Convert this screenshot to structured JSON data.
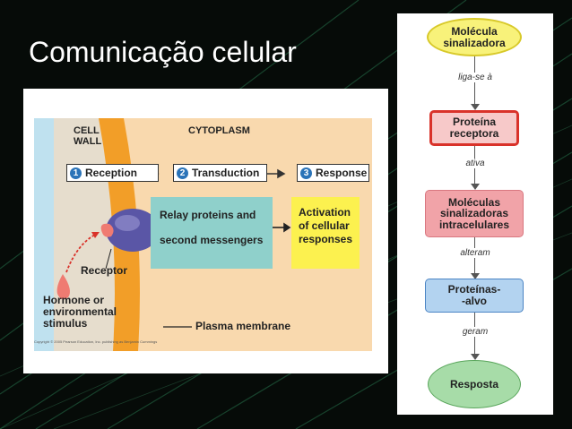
{
  "slide": {
    "title": "Comunicação celular"
  },
  "figure": {
    "cell_wall": "CELL\nWALL",
    "cytoplasm": "CYTOPLASM",
    "stages": [
      {
        "num": "1",
        "label": "Reception"
      },
      {
        "num": "2",
        "label": "Transduction"
      },
      {
        "num": "3",
        "label": "Response"
      }
    ],
    "relay_text": "Relay proteins and\nsecond messengers",
    "activation_text": "Activation\nof cellular\nresponses",
    "receptor": "Receptor",
    "hormone": "Hormone or\nenvironmental\nstimulus",
    "plasma_membrane": "Plasma membrane",
    "copyright": "Copyright © 2005 Pearson Education, Inc. publishing as Benjamin Cummings"
  },
  "flowchart": {
    "nodes": [
      {
        "text": "Molécula\nsinalizadora"
      },
      {
        "text": "Proteína\nreceptora"
      },
      {
        "text": "Moléculas\nsinalizadoras\nintracelulares"
      },
      {
        "text": "Proteínas-\n-alvo"
      },
      {
        "text": "Resposta"
      }
    ],
    "connectors": [
      "liga-se à",
      "ativa",
      "alteram",
      "geram"
    ]
  },
  "colors": {
    "node1_fill": "#f8f27a",
    "node1_border": "#d8c92a",
    "node2_fill": "#f7c9c9",
    "node2_border": "#d9322a",
    "node3_fill": "#f1a3a8",
    "node3_border": "#d97780",
    "node4_fill": "#b3d3f0",
    "node4_border": "#4b84c4",
    "node5_fill": "#a7dca8",
    "node5_border": "#5aa65c"
  }
}
